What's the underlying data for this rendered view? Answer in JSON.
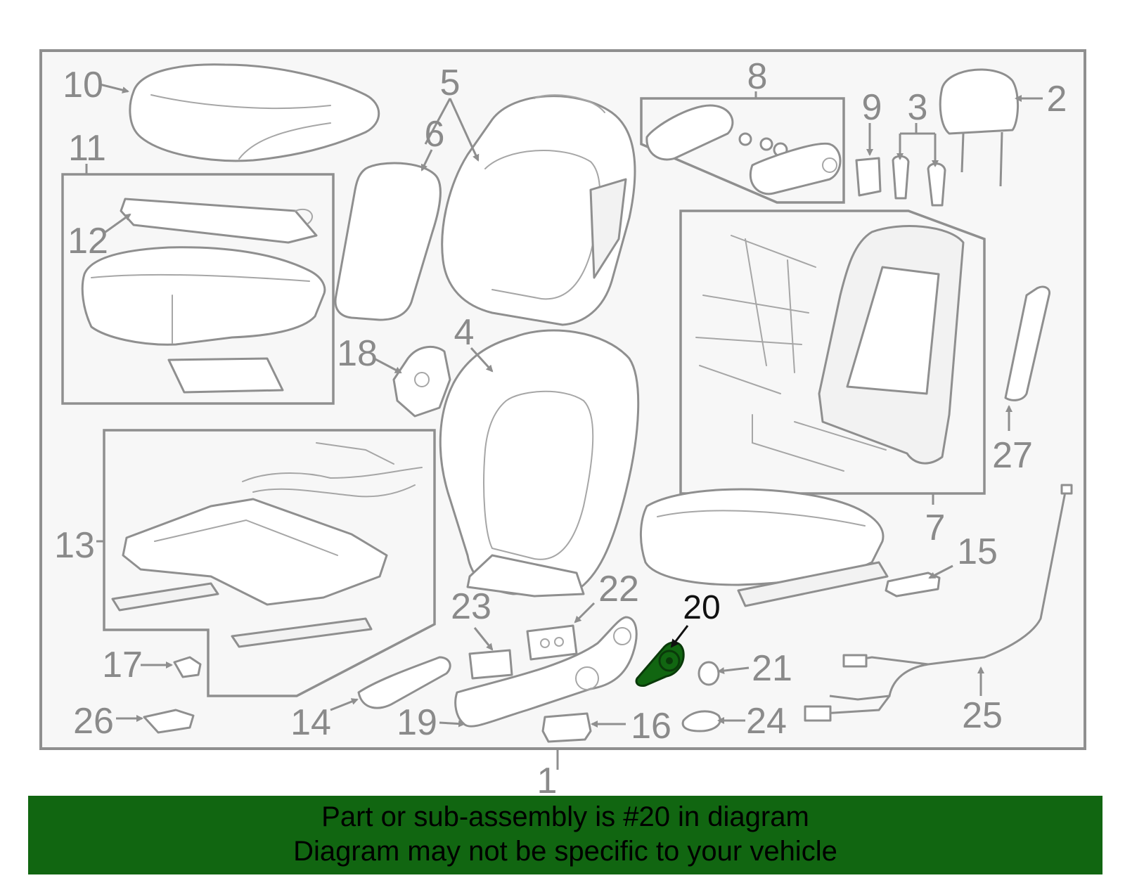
{
  "diagram": {
    "callouts": [
      "1",
      "2",
      "3",
      "4",
      "5",
      "6",
      "7",
      "8",
      "9",
      "10",
      "11",
      "12",
      "13",
      "14",
      "15",
      "16",
      "17",
      "18",
      "19",
      "20",
      "21",
      "22",
      "23",
      "24",
      "25",
      "26",
      "27"
    ],
    "highlighted_part": "20",
    "colors": {
      "highlight_fill": "#116611",
      "line_gray": "#8f8f8f",
      "frame_bg": "#f7f7f7",
      "banner_bg": "#116611"
    }
  },
  "banner": {
    "line1": "Part or sub-assembly is #20 in diagram",
    "line2": "Diagram may not be specific to your vehicle"
  }
}
